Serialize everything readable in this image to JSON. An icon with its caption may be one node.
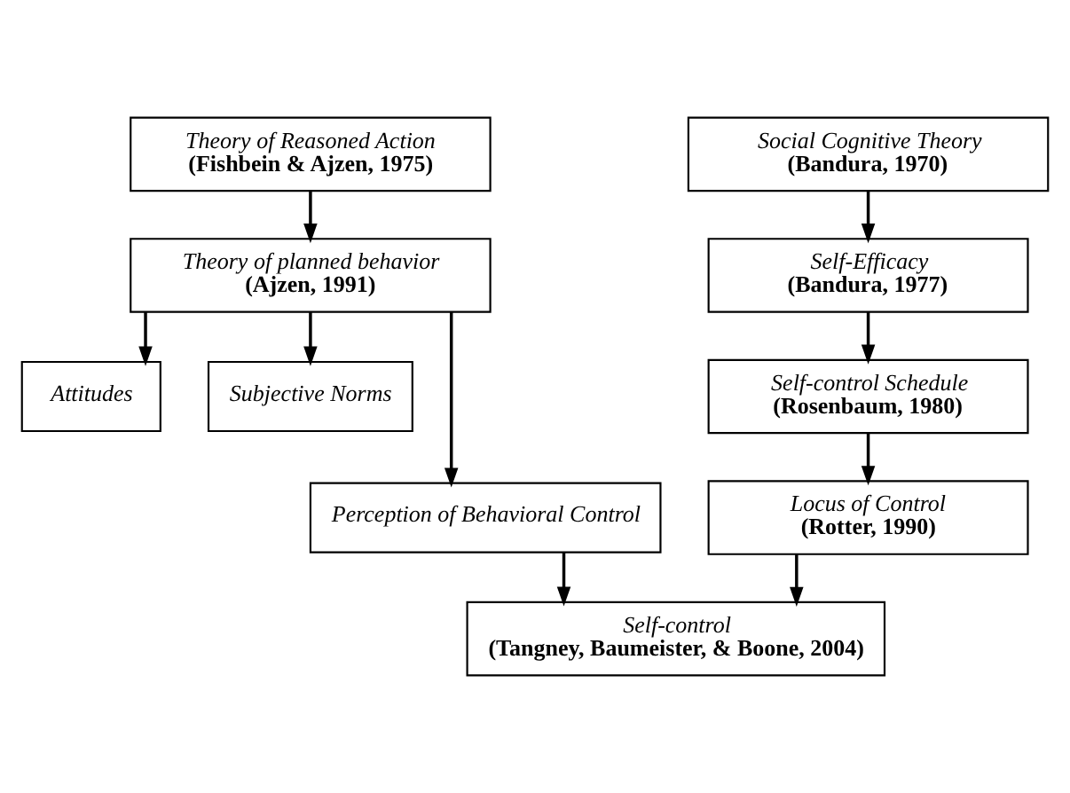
{
  "diagram": {
    "nodes": [
      {
        "text": [
          "Theory of Reasoned Action",
          "(Fishbein & Ajzen, 1975)"
        ]
      },
      {
        "text": [
          "Theory of planned behavior",
          "(Ajzen, 1991)"
        ]
      },
      {
        "text": [
          "Attitudes"
        ]
      },
      {
        "text": [
          "Subjective Norms"
        ]
      },
      {
        "text": [
          "Perception of Behavioral Control"
        ]
      },
      {
        "text": [
          "Social Cognitive Theory",
          "(Bandura, 1970)"
        ]
      },
      {
        "text": [
          "Self-Efficacy",
          "(Bandura, 1977)"
        ]
      },
      {
        "text": [
          "Self-control Schedule",
          "(Rosenbaum, 1980)"
        ]
      },
      {
        "text": [
          "Locus of Control",
          "(Rotter, 1990)"
        ]
      },
      {
        "text": [
          "Self-control",
          "(Tangney, Baumeister, & Boone, 2004)"
        ]
      }
    ],
    "edges": [
      {
        "from": 0,
        "to": 1,
        "arrow": "to"
      },
      {
        "from": 1,
        "to": 2,
        "arrow": "to"
      },
      {
        "from": 1,
        "to": 4,
        "arrow": "to"
      },
      {
        "from": 1,
        "to": 3,
        "arrow": "to"
      },
      {
        "from": 4,
        "to": 9,
        "arrow": "to"
      },
      {
        "from": 5,
        "to": 6,
        "arrow": "to"
      },
      {
        "from": 6,
        "to": 7,
        "arrow": "to"
      },
      {
        "from": 7,
        "to": 8,
        "arrow": "to"
      },
      {
        "from": 8,
        "to": 9,
        "arrow": "to"
      }
    ]
  }
}
